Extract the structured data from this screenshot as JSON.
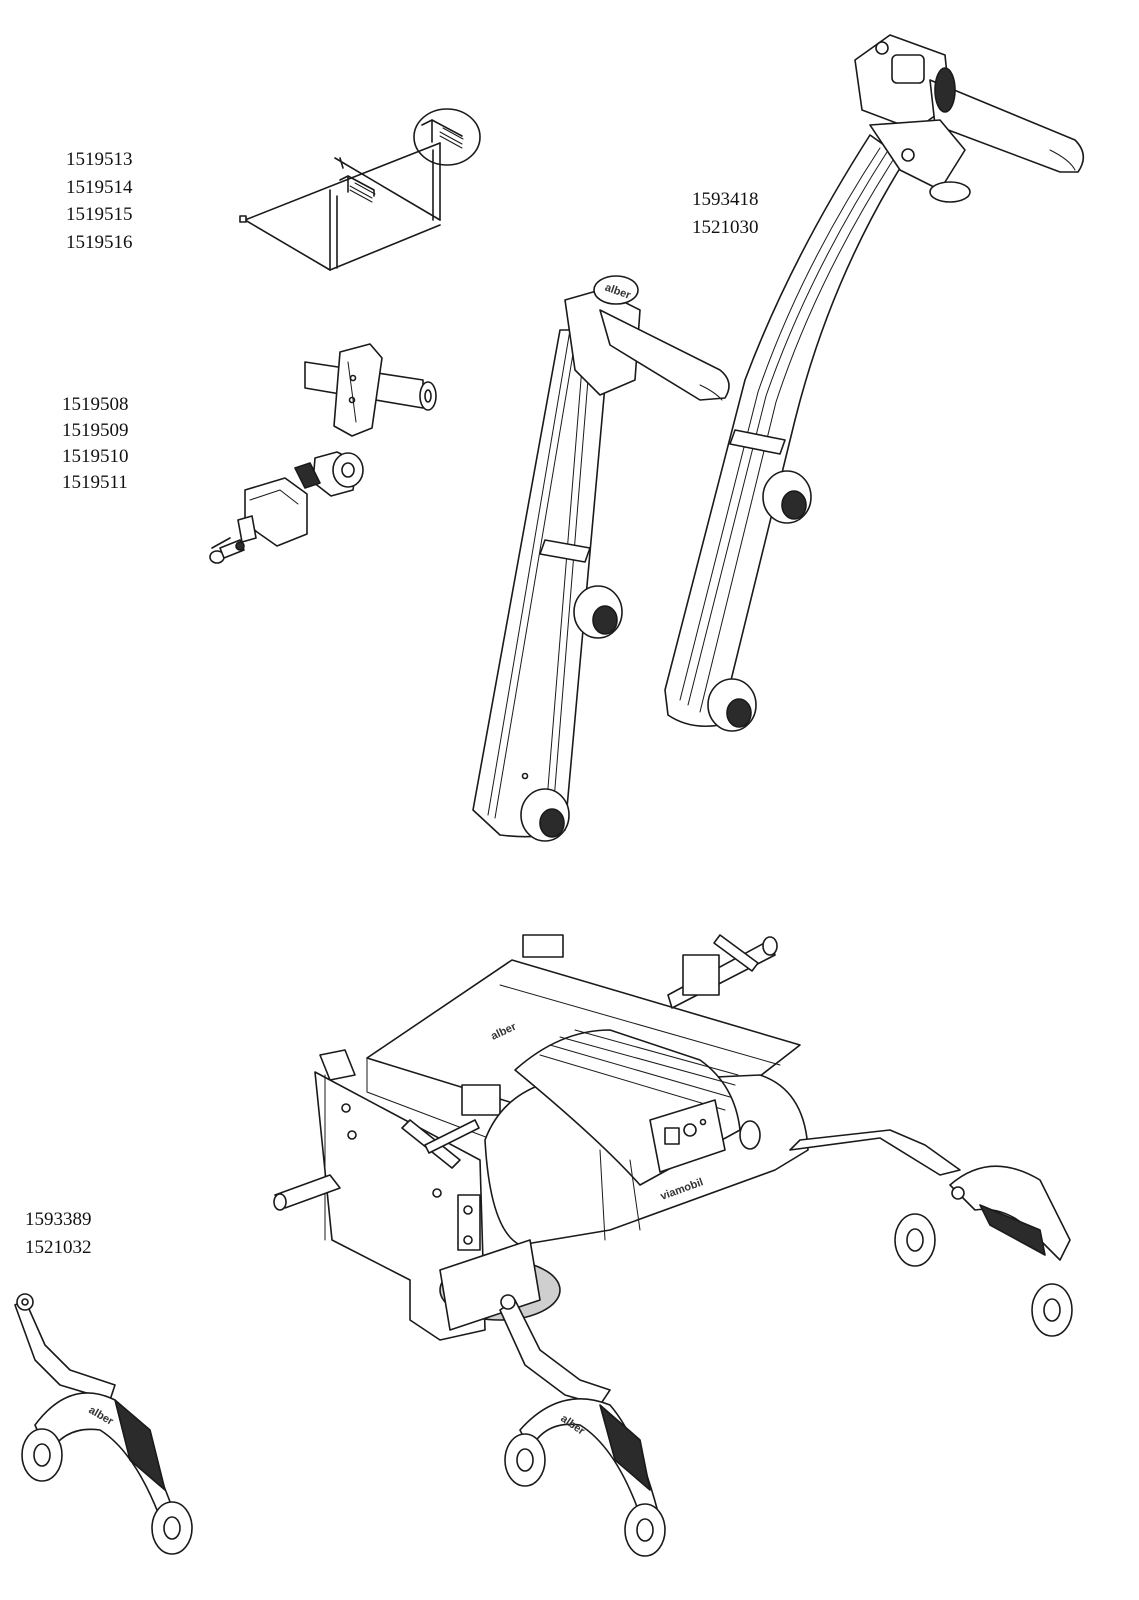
{
  "part_groups": {
    "rods": [
      "1519513",
      "1519514",
      "1519515",
      "1519516"
    ],
    "clamp": [
      "1519508",
      "1519509",
      "1519510",
      "1519511"
    ],
    "handles": [
      "1593418",
      "1521030"
    ],
    "wheels": [
      "1593389",
      "1521032"
    ]
  },
  "brand": {
    "small_logo": "alber",
    "main_logo": "viamobil"
  },
  "colors": {
    "line": "#1a1a1a",
    "background": "#ffffff"
  }
}
